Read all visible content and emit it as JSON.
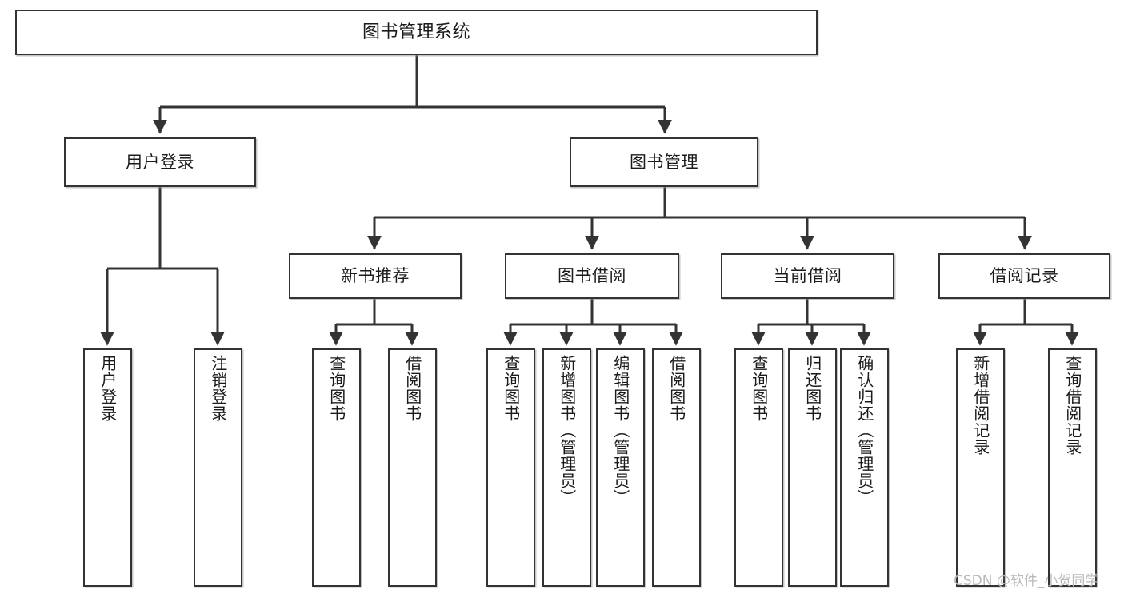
{
  "diagram": {
    "type": "tree",
    "title": "图书管理系统",
    "background_color": "#ffffff",
    "line_color": "#333333",
    "box_border_color": "#333333",
    "box_fill_color": "#ffffff",
    "root": {
      "id": "root",
      "label": "图书管理系统"
    },
    "level2": [
      {
        "id": "user-login",
        "label": "用户登录"
      },
      {
        "id": "book-manage",
        "label": "图书管理"
      }
    ],
    "level3": [
      {
        "id": "new-book-recommend",
        "label": "新书推荐"
      },
      {
        "id": "book-borrow",
        "label": "图书借阅"
      },
      {
        "id": "current-borrow",
        "label": "当前借阅"
      },
      {
        "id": "borrow-record",
        "label": "借阅记录"
      }
    ],
    "leaves": {
      "user_login": [
        {
          "id": "leaf-user-login",
          "label": "用户登录"
        },
        {
          "id": "leaf-logout",
          "label": "注销登录"
        }
      ],
      "new_book_recommend": [
        {
          "id": "leaf-query-book-1",
          "label": "查询图书"
        },
        {
          "id": "leaf-borrow-book-1",
          "label": "借阅图书"
        }
      ],
      "book_borrow": [
        {
          "id": "leaf-query-book-2",
          "label": "查询图书"
        },
        {
          "id": "leaf-add-book",
          "label": "新增图书（管理员）"
        },
        {
          "id": "leaf-edit-book",
          "label": "编辑图书（管理员）"
        },
        {
          "id": "leaf-borrow-book-2",
          "label": "借阅图书"
        }
      ],
      "current_borrow": [
        {
          "id": "leaf-query-book-3",
          "label": "查询图书"
        },
        {
          "id": "leaf-return-book",
          "label": "归还图书"
        },
        {
          "id": "leaf-confirm-return",
          "label": "确认归还（管理员）"
        }
      ],
      "borrow_record": [
        {
          "id": "leaf-add-record",
          "label": "新增借阅记录"
        },
        {
          "id": "leaf-query-record",
          "label": "查询借阅记录"
        }
      ]
    }
  },
  "watermark": {
    "text": "CSDN @软件_小贺同学",
    "color": "#b9b9b9"
  }
}
